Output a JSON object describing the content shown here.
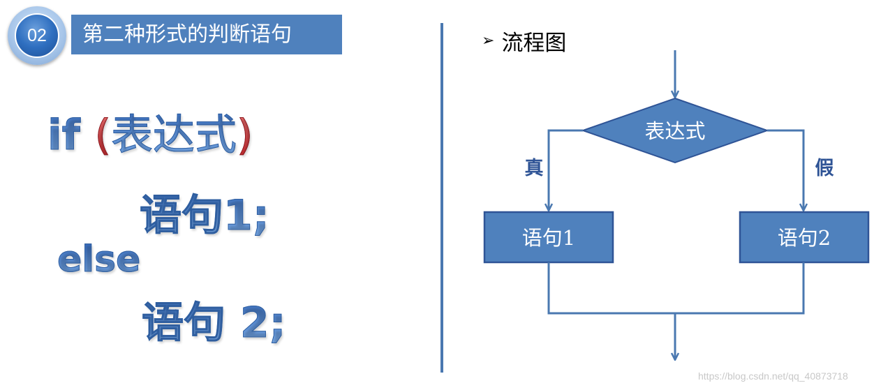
{
  "header": {
    "badge_number": "02",
    "title": "第二种形式的判断语句"
  },
  "code": {
    "keyword_if": "if",
    "paren_open": "(",
    "condition": "表达式",
    "paren_close": ")",
    "statement1": "语句1;",
    "keyword_else": "else",
    "statement2": "语句 2;"
  },
  "flowchart": {
    "title": "流程图",
    "bullet": "➢",
    "condition_label": "表达式",
    "true_label": "真",
    "false_label": "假",
    "box1_label": "语句1",
    "box2_label": "语句2"
  },
  "colors": {
    "accent_blue": "#4f81bd",
    "line_blue": "#4a78b0",
    "box_border": "#2f5496",
    "paren_red": "#c0262b"
  },
  "watermark": "https://blog.csdn.net/qq_40873718"
}
